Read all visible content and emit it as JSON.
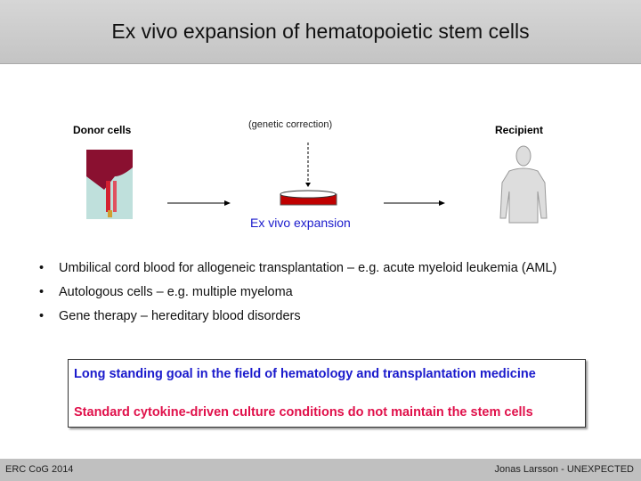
{
  "title": "Ex vivo expansion of hematopoietic stem cells",
  "diagram": {
    "donor_label": "Donor cells",
    "correction_label": "(genetic  correction)",
    "expansion_label": "Ex vivo expansion",
    "recipient_label": "Recipient"
  },
  "bullets": [
    "Umbilical cord blood for allogeneic transplantation – e.g. acute myeloid leukemia (AML)",
    "Autologous cells – e.g. multiple myeloma",
    "Gene therapy – hereditary blood disorders"
  ],
  "box": {
    "line1": "Long standing goal in the field of hematology and transplantation medicine",
    "line2": "Standard cytokine-driven culture conditions do not maintain the stem cells",
    "color1": "#1a1acc",
    "color2": "#e0104a"
  },
  "footer": {
    "left": "ERC CoG 2014",
    "right": "Jonas Larsson - UNEXPECTED"
  }
}
